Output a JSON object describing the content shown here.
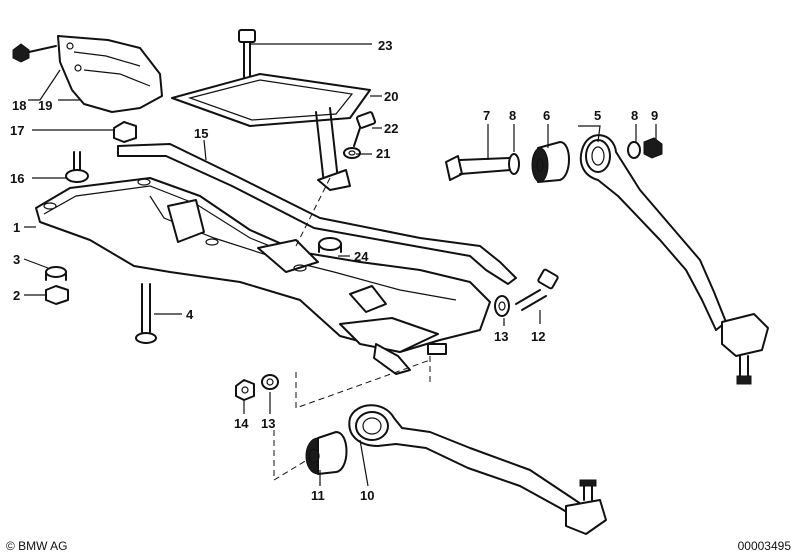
{
  "labels": [
    {
      "id": "1",
      "text": "1"
    },
    {
      "id": "2",
      "text": "2"
    },
    {
      "id": "3",
      "text": "3"
    },
    {
      "id": "4",
      "text": "4"
    },
    {
      "id": "5",
      "text": "5"
    },
    {
      "id": "6",
      "text": "6"
    },
    {
      "id": "7",
      "text": "7"
    },
    {
      "id": "8a",
      "text": "8"
    },
    {
      "id": "8b",
      "text": "8"
    },
    {
      "id": "9",
      "text": "9"
    },
    {
      "id": "10",
      "text": "10"
    },
    {
      "id": "11",
      "text": "11"
    },
    {
      "id": "12",
      "text": "12"
    },
    {
      "id": "13a",
      "text": "13"
    },
    {
      "id": "13b",
      "text": "13"
    },
    {
      "id": "14",
      "text": "14"
    },
    {
      "id": "15",
      "text": "15"
    },
    {
      "id": "16",
      "text": "16"
    },
    {
      "id": "17",
      "text": "17"
    },
    {
      "id": "18",
      "text": "18"
    },
    {
      "id": "19",
      "text": "19"
    },
    {
      "id": "20",
      "text": "20"
    },
    {
      "id": "21",
      "text": "21"
    },
    {
      "id": "22",
      "text": "22"
    },
    {
      "id": "23",
      "text": "23"
    },
    {
      "id": "24",
      "text": "24"
    }
  ],
  "footer": {
    "copyright": "© BMW AG",
    "document_number": "00003495"
  }
}
